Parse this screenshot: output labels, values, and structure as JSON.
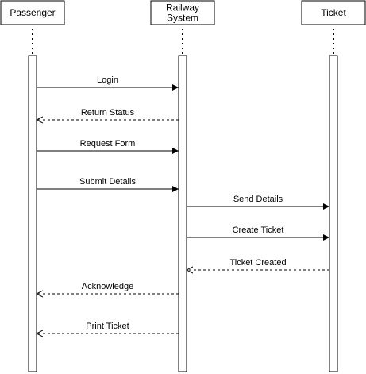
{
  "participants": [
    {
      "id": "passenger",
      "label": "Passenger"
    },
    {
      "id": "railway",
      "label": "Railway\nSystem"
    },
    {
      "id": "ticket",
      "label": "Ticket"
    }
  ],
  "messages": [
    {
      "label": "Login",
      "from": "passenger",
      "to": "railway",
      "kind": "call"
    },
    {
      "label": "Return Status",
      "from": "railway",
      "to": "passenger",
      "kind": "return"
    },
    {
      "label": "Request Form",
      "from": "passenger",
      "to": "railway",
      "kind": "call"
    },
    {
      "label": "Submit Details",
      "from": "passenger",
      "to": "railway",
      "kind": "call"
    },
    {
      "label": "Send Details",
      "from": "railway",
      "to": "ticket",
      "kind": "call"
    },
    {
      "label": "Create Ticket",
      "from": "railway",
      "to": "ticket",
      "kind": "call"
    },
    {
      "label": "Ticket Created",
      "from": "ticket",
      "to": "railway",
      "kind": "return"
    },
    {
      "label": "Acknowledge",
      "from": "railway",
      "to": "passenger",
      "kind": "return"
    },
    {
      "label": "Print Ticket",
      "from": "railway",
      "to": "passenger",
      "kind": "return"
    }
  ]
}
